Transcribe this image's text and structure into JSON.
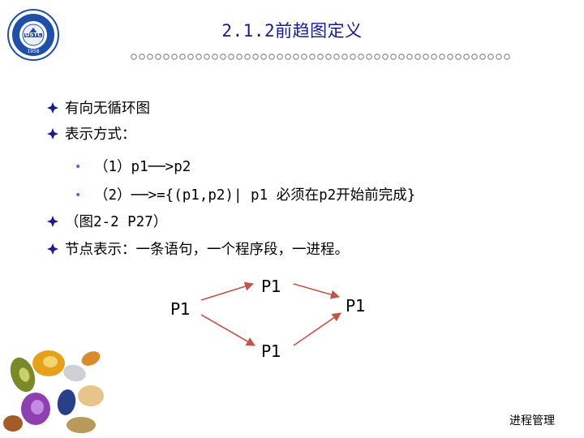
{
  "title": "2.1.2前趋图定义",
  "bullets": {
    "item1": "有向无循环图",
    "item2": "表示方式：",
    "sub1": "（1）p1──>p2",
    "sub2": "（2）──>={(p1,p2)| p1 必须在p2开始前完成}",
    "item3": "（图2-2  P27）",
    "item4": "节点表示：一条语句，一个程序段，一进程。"
  },
  "diagram": {
    "node_left": "P1",
    "node_top": "P1",
    "node_right": "P1",
    "node_bottom": "P1"
  },
  "footer": "进程管理",
  "colors": {
    "title": "#1a1a8c",
    "bullet_diamond": "#1a1a8c",
    "sub_bullet": "#3a6fd8",
    "arrow": "#c2544a",
    "logo_ring": "#1f4fa6"
  }
}
